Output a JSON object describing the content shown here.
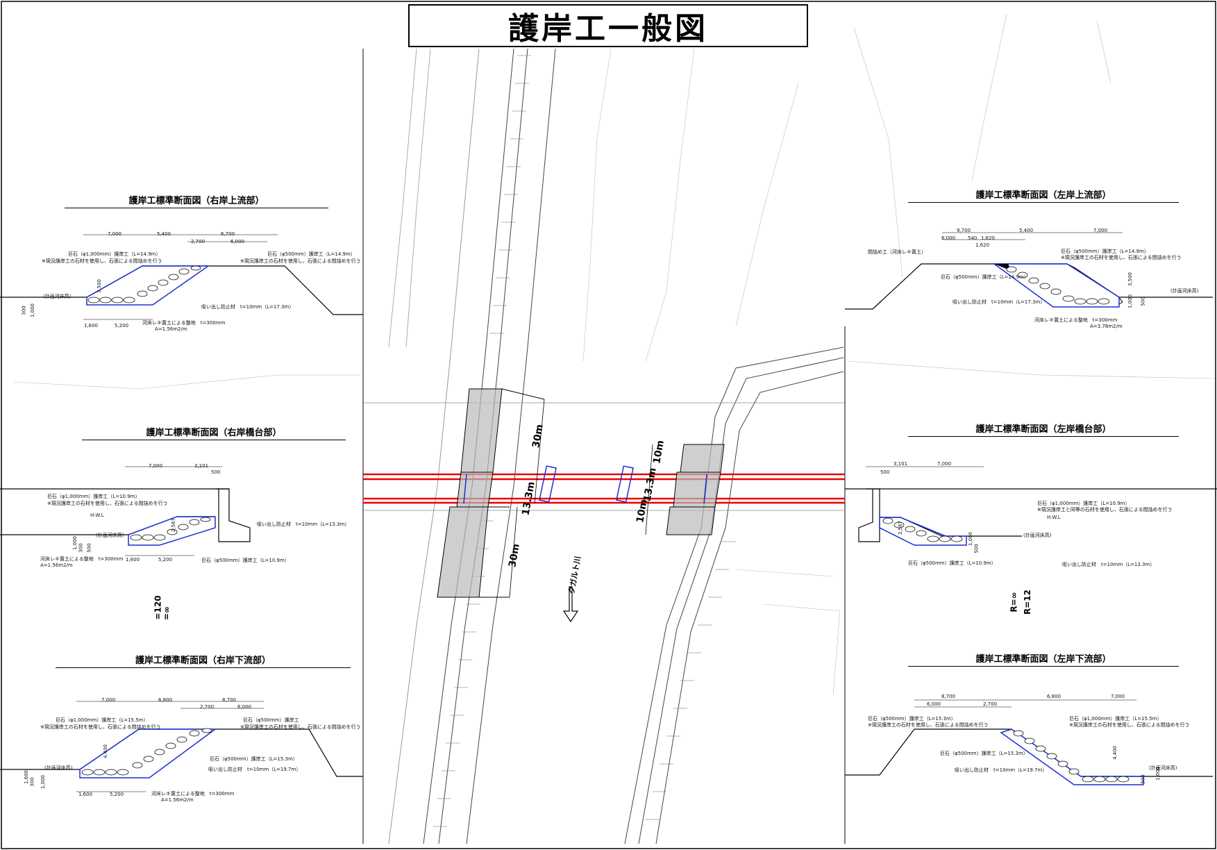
{
  "title": "護岸工一般図",
  "sections": {
    "right_upstream": {
      "title": "護岸工標準断面図（右岸上流部）",
      "dims_top": [
        "7,000",
        "5,400",
        "6,700",
        "2,700",
        "6,000"
      ],
      "dims_bottom": [
        "1,600",
        "5,200"
      ],
      "dim_height": "3,500",
      "dim_left": [
        "300",
        "1,000"
      ],
      "notes": [
        "巨石（φ1,000mm）護岸工（L=14.9m）",
        "※現況護岸工の石材を使用し、石張による間詰めを行う",
        "巨石（φ500mm）護岸工（L=14.9m）",
        "※現況護岸工の石材を使用し、石張による間詰めを行う",
        "吸い出し防止材　t=10mm（L=17.3m）",
        "河床レキ置土による整地　t=300mm",
        "A=1.56m2/m",
        "(計画河床高)"
      ]
    },
    "right_abutment": {
      "title": "護岸工標準断面図（右岸橋台部）",
      "dims_top": [
        "7,000",
        "3,101",
        "500"
      ],
      "dims_bottom": [
        "1,600",
        "5,200"
      ],
      "dim_height": "2,567",
      "dim_left": [
        "1,000",
        "300",
        "500"
      ],
      "notes": [
        "巨石（φ1,000mm）護岸工（L=10.9m）",
        "※現況護岸工の石材を使用し、石張による間詰めを行う",
        "H.W.L",
        "(計画河床高)",
        "吸い出し防止材　t=10mm（L=13.3m）",
        "河床レキ置土による整地　t=300mm",
        "A=1.56m2/m",
        "巨石（φ500mm）護岸工（L=10.9m）"
      ]
    },
    "right_downstream": {
      "title": "護岸工標準断面図（右岸下流部）",
      "dims_top": [
        "7,000",
        "6,800",
        "8,700",
        "2,700",
        "6,000"
      ],
      "dims_bottom": [
        "1,600",
        "5,200"
      ],
      "dim_height": "4,400",
      "dim_left": [
        "1,600",
        "300",
        "1,000"
      ],
      "notes": [
        "巨石（φ1,000mm）護岸工（L=15.5m）",
        "※現況護岸工の石材を使用し、石張による間詰めを行う",
        "巨石（φ500mm）護岸工",
        "※現況護岸工の石材を使用し、石張による間詰めを行う",
        "巨石（φ500mm）護岸工（L=15.3m）",
        "吸い出し防止材　t=10mm（L=19.7m）",
        "河床レキ置土による整地　t=300mm",
        "A=1.56m2/m",
        "(計画河床高)"
      ]
    },
    "left_upstream": {
      "title": "護岸工標準断面図（左岸上流部）",
      "dims_top": [
        "9,700",
        "6,000",
        "540",
        "1,620",
        "5,400",
        "7,000",
        "1,620"
      ],
      "dim_height": "3,500",
      "dim_right": [
        "1,000",
        "500"
      ],
      "notes": [
        "間詰め工（河床レキ置土）",
        "巨石（φ500mm）護岸工（L=14.9m）",
        "※現況護岸工の石材を使用し、石張による間詰めを行う",
        "巨石（φ500mm）護岸工（L=14.9m）",
        "吸い出し防止材　t=10mm（L=17.3m）",
        "河床レキ置土による整地　t=300mm",
        "A=3.78m2/m",
        "(計画河床高)"
      ]
    },
    "left_abutment": {
      "title": "護岸工標準断面図（左岸橋台部）",
      "dims_top": [
        "3,101",
        "7,000",
        "500"
      ],
      "dim_height": "2,567",
      "dim_right": [
        "1,000",
        "500"
      ],
      "notes": [
        "巨石（φ1,000mm）護岸工（L=10.9m）",
        "※現況護岸工と同等の石材を使用し、石張による間詰めを行う",
        "H.W.L",
        "(計画河床高)",
        "巨石（φ500mm）護岸工（L=10.9m）",
        "吸い出し防止材　t=10mm（L=13.3m）"
      ]
    },
    "left_downstream": {
      "title": "護岸工標準断面図（左岸下流部）",
      "dims_top": [
        "8,700",
        "6,000",
        "2,700",
        "6,800",
        "7,000"
      ],
      "dim_height": "4,400",
      "dim_right": [
        "1,000",
        "500"
      ],
      "notes": [
        "巨石（φ500mm）護岸工（L=15.3m）",
        "※現況護岸工の石材を使用し、石張による間詰めを行う",
        "巨石（φ1,000mm）護岸工（L=15.5m）",
        "※現況護岸工の石材を使用し、石張による間詰めを行う",
        "巨石（φ500mm）護岸工（L=15.3m）",
        "吸い出し防止材　t=10mm（L=19.7m）",
        "(計画河床高)"
      ]
    }
  },
  "plan": {
    "river_name": "クガルト川",
    "dim_30m_a": "30m",
    "dim_30m_b": "30m",
    "dim_133m_a": "13.3m",
    "dim_133m_b": "13.3m",
    "dim_10m_a": "10m",
    "dim_10m_b": "10m",
    "r_label_1": "R=∞",
    "r_label_2": "R=12",
    "side_label_1": "=120",
    "side_label_2": "=∞"
  }
}
